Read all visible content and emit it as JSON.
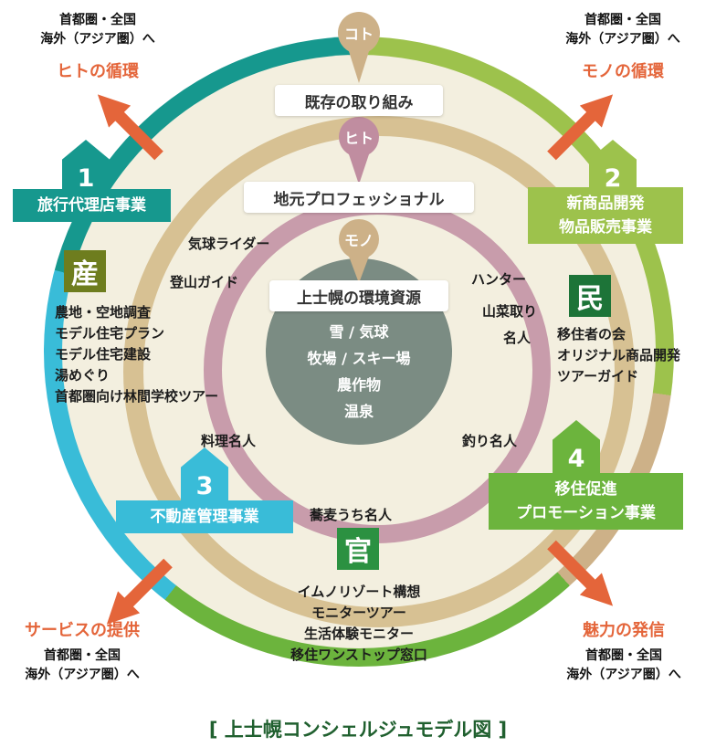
{
  "title": "[ 上士幌コンシェルジュモデル図 ]",
  "markers": {
    "outer": "コト",
    "middle": "ヒト",
    "inner": "モノ"
  },
  "ring_labels": {
    "outer": "既存の取り組み",
    "middle": "地元プロフェッショナル",
    "center": "上士幌の環境資源"
  },
  "center": {
    "items": [
      "雪 / 気球",
      "牧場 / スキー場",
      "農作物",
      "温泉"
    ]
  },
  "professionals": {
    "balloon": "気球ライダー",
    "climbing": "登山ガイド",
    "hunter": "ハンター",
    "sansai_line1": "山菜取り",
    "sansai_line2": "名人",
    "cooking": "料理名人",
    "fishing": "釣り名人",
    "soba": "蕎麦うち名人"
  },
  "sectors": {
    "san": {
      "kanji": "産",
      "items": [
        "農地・空地調査",
        "モデル住宅プラン",
        "モデル住宅建設",
        "湯めぐり",
        "首都圏向け林間学校ツアー"
      ]
    },
    "min": {
      "kanji": "民",
      "items": [
        "移住者の会",
        "オリジナル商品開発",
        "ツアーガイド"
      ]
    },
    "kan": {
      "kanji": "官",
      "items": [
        "イムノリゾート構想",
        "モニターツアー",
        "生活体験モニター",
        "移住ワンストップ窓口"
      ]
    }
  },
  "businesses": {
    "b1": {
      "number": "1",
      "label": "旅行代理店事業",
      "color": "#16988e"
    },
    "b2": {
      "number": "2",
      "label": "新商品開発\n物品販売事業",
      "color": "#9dc24c"
    },
    "b3": {
      "number": "3",
      "label": "不動産管理事業",
      "color": "#39bcd8"
    },
    "b4": {
      "number": "4",
      "label": "移住促進\nプロモーション事業",
      "color": "#6cb43d"
    }
  },
  "corners": {
    "top_left": {
      "dest": "首都圏・全国\n海外（アジア圏）へ",
      "flow": "ヒトの循環"
    },
    "top_right": {
      "dest": "首都圏・全国\n海外（アジア圏）へ",
      "flow": "モノの循環"
    },
    "bottom_left": {
      "flow": "サービスの提供",
      "dest": "首都圏・全国\n海外（アジア圏）へ"
    },
    "bottom_right": {
      "flow": "魅力の発信",
      "dest": "首都圏・全国\n海外（アジア圏）へ"
    }
  },
  "colors": {
    "teal": "#16988e",
    "yellow_green": "#9dc24c",
    "green": "#6cb43d",
    "cyan": "#39bcd8",
    "orange": "#e4653a",
    "tan_ring": "#d7c193",
    "pink_ring": "#c89cab",
    "center_circle": "#7b8c83",
    "cream": "#f3efdf",
    "san_olive": "#6e7d1e",
    "min_green": "#1d7438",
    "kan_green": "#2b9141",
    "title_green": "#20602f"
  }
}
